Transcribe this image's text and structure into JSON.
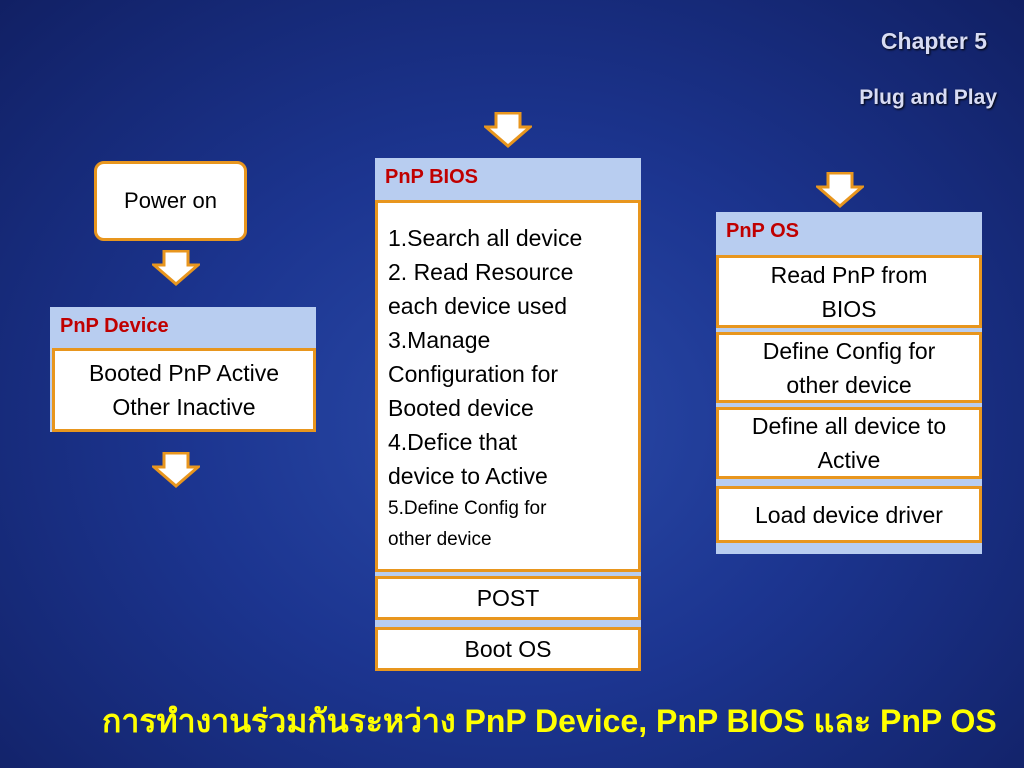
{
  "header": {
    "chapter": "Chapter 5",
    "title": "Plug and Play"
  },
  "power_box": {
    "label": "Power on"
  },
  "pnp_device": {
    "title": "PnP Device",
    "lines": [
      "Booted PnP Active",
      "Other Inactive"
    ]
  },
  "pnp_bios": {
    "title": "PnP BIOS",
    "steps": [
      "1.Search all device",
      "2. Read Resource",
      "each device used",
      "3.Manage",
      "Configuration for",
      "Booted device",
      "4.Defice that",
      "device to Active",
      "5.Define Config for",
      "other device"
    ],
    "post": "POST",
    "boot": "Boot OS"
  },
  "pnp_os": {
    "title": "PnP OS",
    "items": [
      [
        "Read PnP from",
        "BIOS"
      ],
      [
        "Define Config for",
        "other device"
      ],
      [
        "Define all device to",
        "Active"
      ],
      [
        "Load device driver"
      ]
    ]
  },
  "footer": {
    "caption": "การทำงานร่วมกันระหว่าง PnP Device, PnP BIOS และ PnP OS"
  },
  "colors": {
    "box_border": "#e8961e",
    "panel": "#b8cdf0",
    "panel_title": "#c00000",
    "caption": "#ffff00"
  }
}
